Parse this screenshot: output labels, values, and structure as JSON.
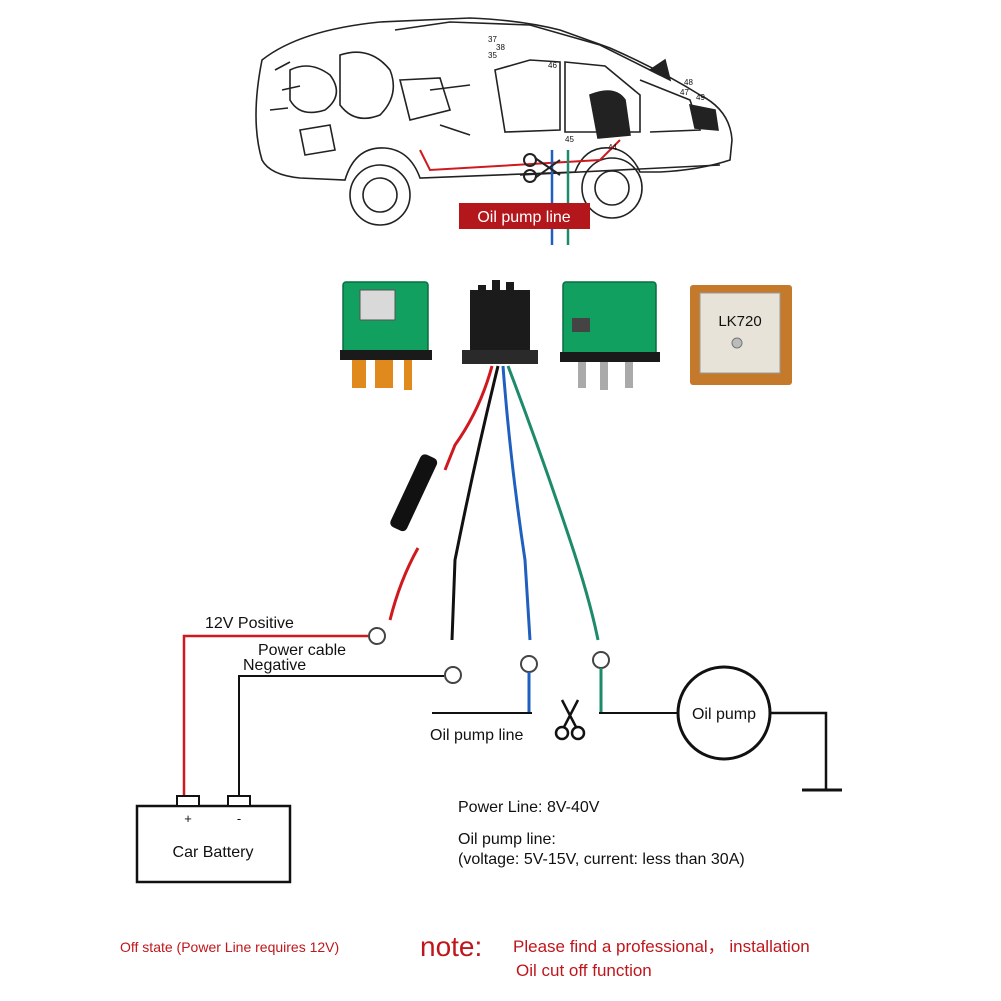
{
  "car": {
    "oil_pump_line_tag": "Oil pump line",
    "part_numbers": [
      "37",
      "35",
      "38",
      "44",
      "45",
      "46",
      "47",
      "48",
      "49"
    ]
  },
  "module": {
    "gps_label": "LK720"
  },
  "wiring": {
    "positive_12v": "12V Positive",
    "power_cable": "Power cable",
    "negative": "Negative",
    "oil_pump_line": "Oil pump line",
    "oil_pump": "Oil pump"
  },
  "battery": {
    "label": "Car Battery",
    "plus": "+",
    "minus": "-"
  },
  "specs": {
    "power_line": "Power Line: 8V-40V",
    "oil_line_title": "Oil pump line:",
    "oil_line_detail": "(voltage: 5V-15V, current: less than 30A)"
  },
  "footer": {
    "off_state": "Off state (Power Line requires 12V)",
    "note": "note:",
    "note_line1": "Please find a professional， installation",
    "note_line2": "Oil cut off function"
  },
  "colors": {
    "wire_red": "#d0191e",
    "wire_black": "#111111",
    "wire_blue": "#1f5fbf",
    "wire_green": "#1d8a6c",
    "tag_red": "#b3161b",
    "pcb_green": "#12a060"
  }
}
